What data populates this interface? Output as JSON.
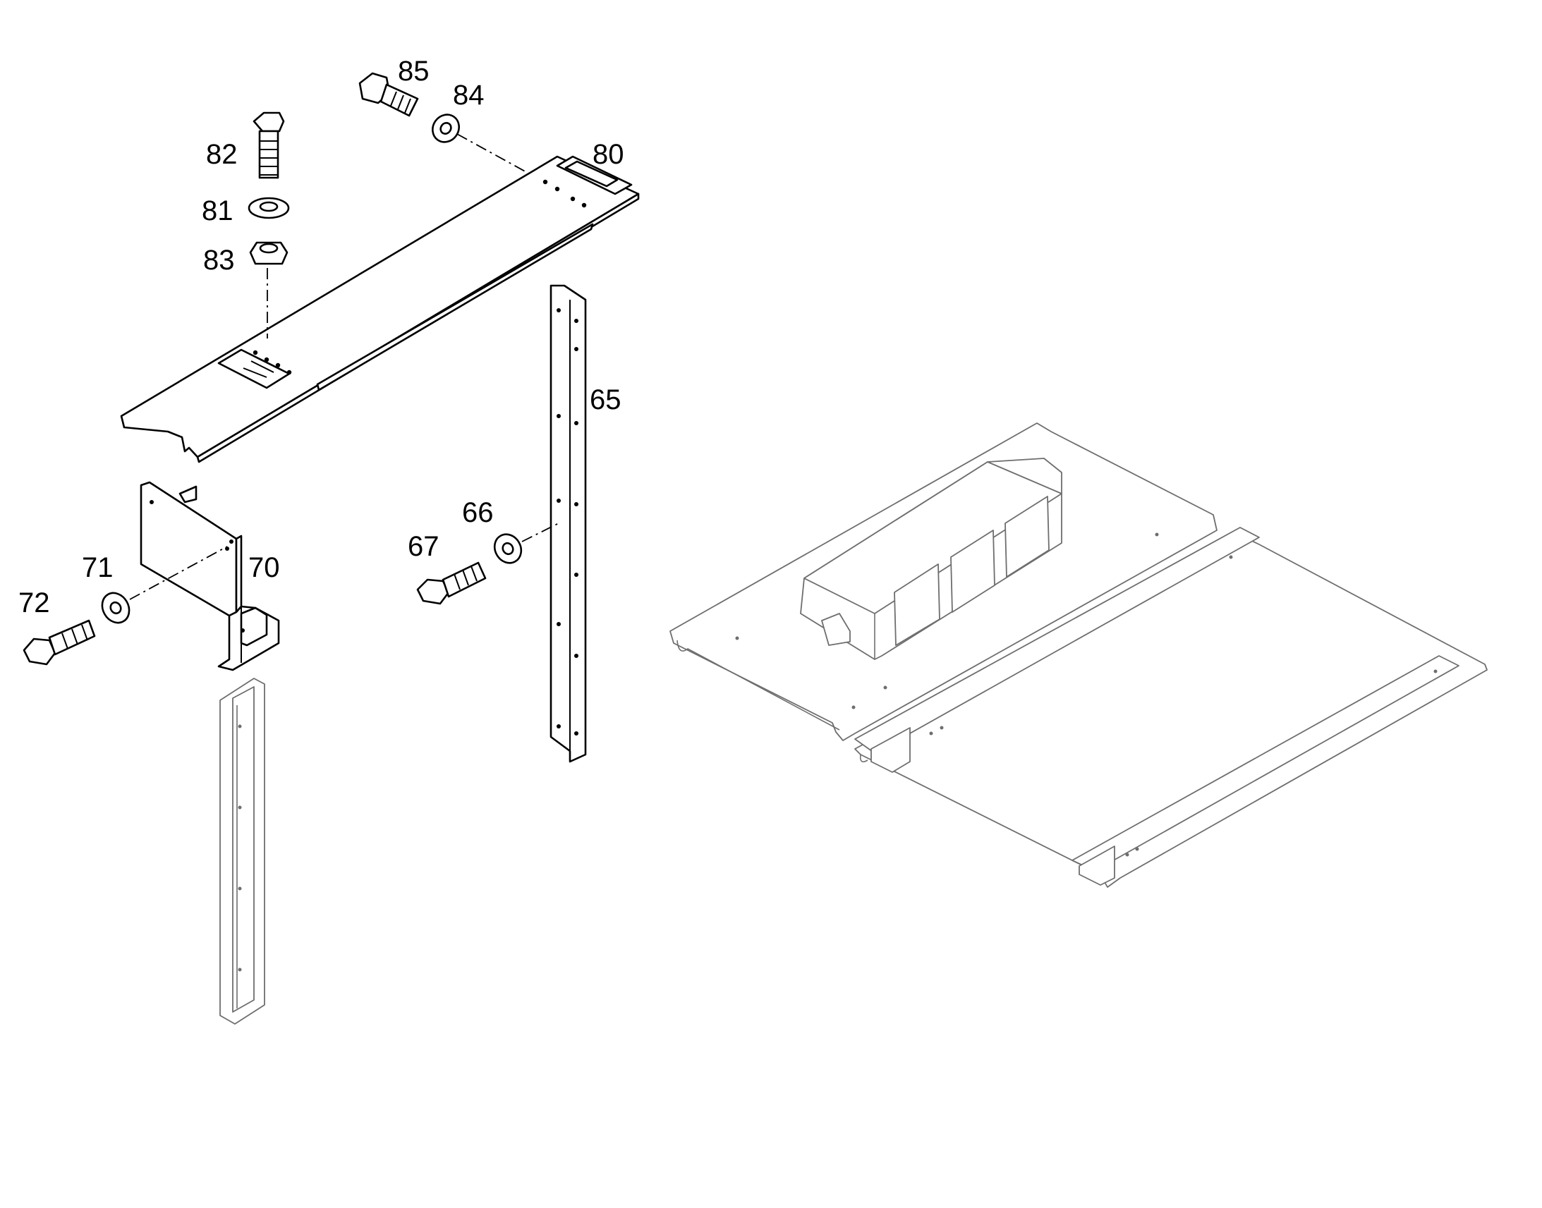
{
  "callouts": {
    "c85": "85",
    "c84": "84",
    "c80": "80",
    "c82": "82",
    "c81": "81",
    "c83": "83",
    "c65": "65",
    "c66": "66",
    "c67": "67",
    "c71": "71",
    "c70": "70",
    "c72": "72"
  },
  "colors": {
    "line": "#000000",
    "context_line": "#6e6e6e",
    "background": "#ffffff"
  }
}
